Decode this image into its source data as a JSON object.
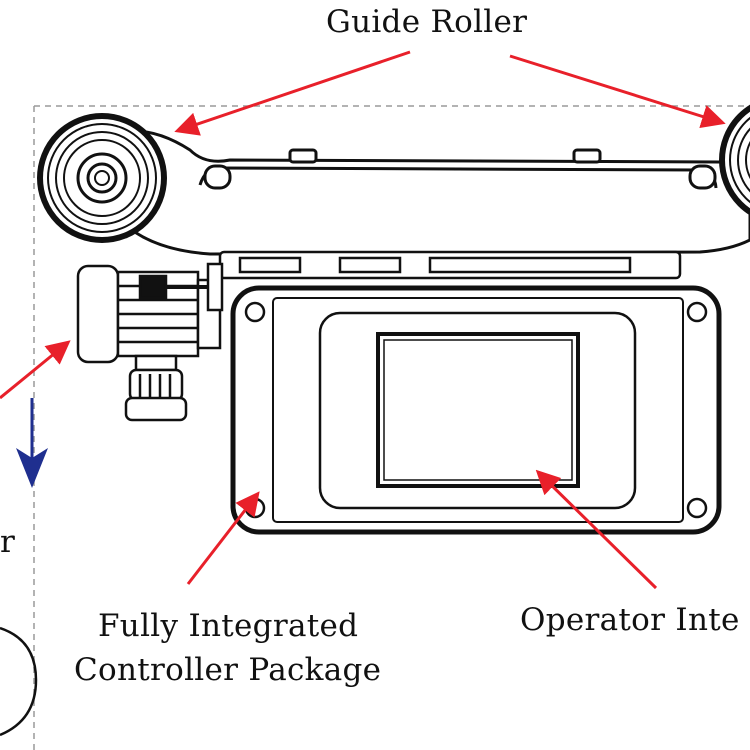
{
  "labels": {
    "guide_roller": "Guide Roller",
    "controller_line1": "Fully Integrated",
    "controller_line2": "Controller Package",
    "operator_interface": "Operator Inte",
    "left_fragment": "r"
  },
  "colors": {
    "callout_arrow": "#e8202a",
    "direction_arrow": "#1f2f8f",
    "line_art": "#111111",
    "dashed_outline": "#9a9a9a"
  }
}
